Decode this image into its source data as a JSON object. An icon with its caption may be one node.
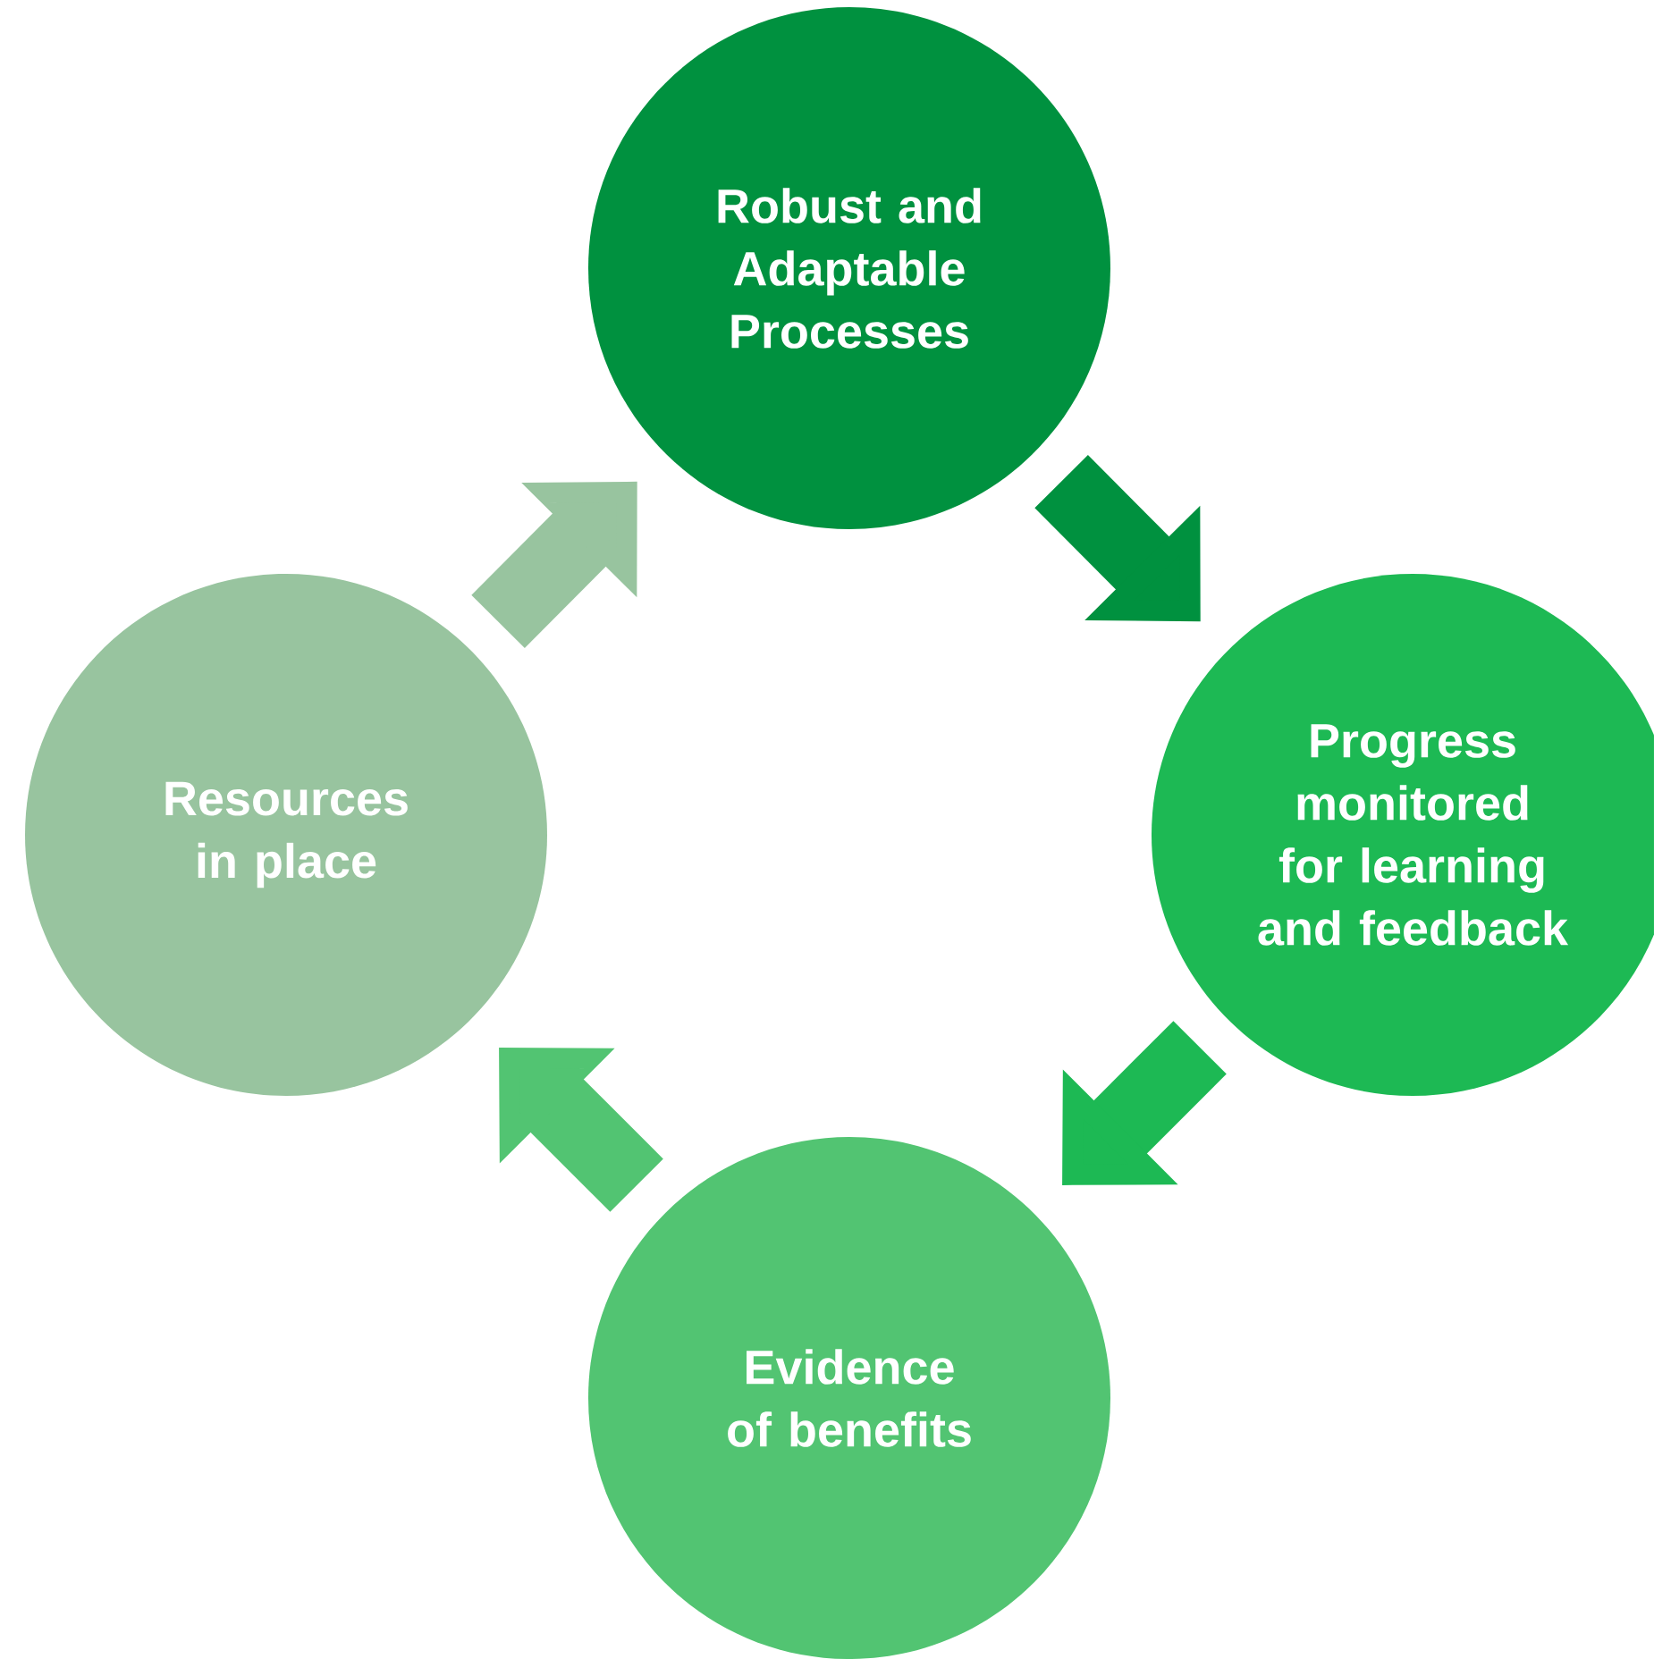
{
  "diagram": {
    "nodes": [
      {
        "text": [
          "Robust and Adaptable Processes"
        ]
      },
      {
        "text": [
          "Progress monitored for learning and feedback"
        ]
      },
      {
        "text": [
          "Evidence of benefits"
        ]
      },
      {
        "text": [
          "Resources in place"
        ]
      }
    ],
    "edges": [
      {
        "from": 0,
        "to": 1,
        "arrow": "to",
        "color": "#00913f"
      },
      {
        "from": 1,
        "to": 2,
        "arrow": "to",
        "color": "#1db954"
      },
      {
        "from": 2,
        "to": 3,
        "arrow": "to",
        "color": "#52c472"
      },
      {
        "from": 3,
        "to": 0,
        "arrow": "to",
        "color": "#98c49f"
      }
    ]
  }
}
